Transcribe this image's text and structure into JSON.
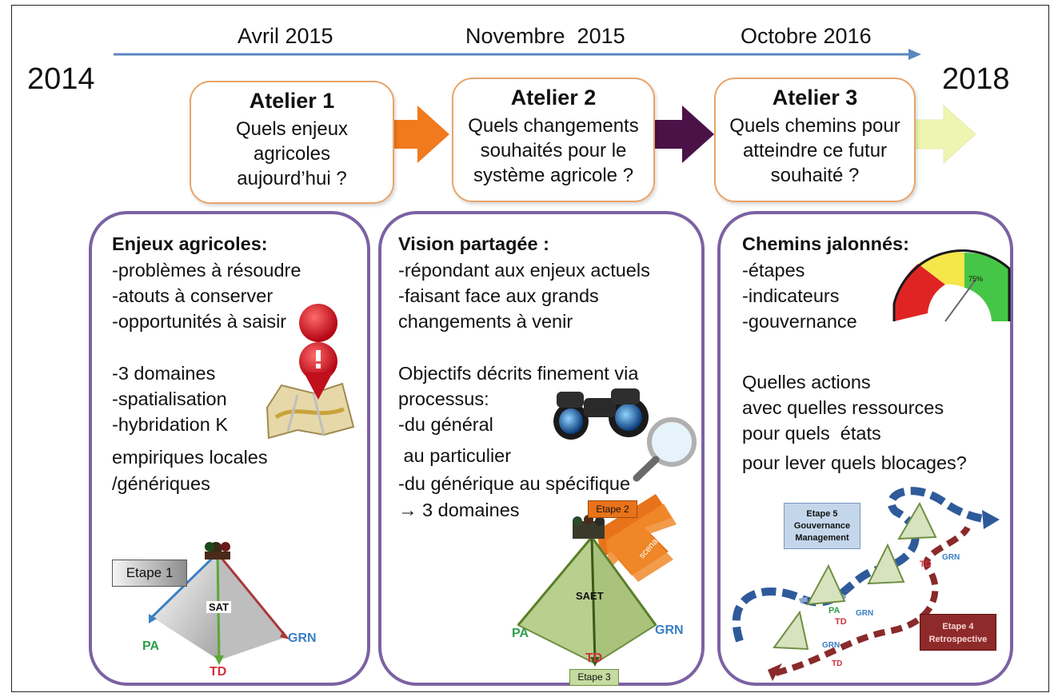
{
  "timeline": {
    "year_start": "2014",
    "year_end": "2018",
    "dates": [
      "Avril 2015",
      "Novembre  2015",
      "Octobre 2016"
    ],
    "arrow_color": "#5b86c0"
  },
  "ateliers": [
    {
      "title": "Atelier 1",
      "question": "Quels enjeux\nagricoles\naujourd’hui ?"
    },
    {
      "title": "Atelier 2",
      "question": "Quels changements\nsouhaités pour le\nsystème agricole ?"
    },
    {
      "title": "Atelier 3",
      "question": "Quels chemins pour\natteindre ce futur\nsouhaité ?"
    }
  ],
  "connector_colors": [
    "#f07a1d",
    "#4a1247",
    "#eef5b0"
  ],
  "panel1": {
    "heading": "Enjeux agricoles:",
    "items": [
      "-problèmes à résoudre",
      "-atouts à conserver",
      "-opportunités à saisir"
    ],
    "details": [
      "-3 domaines",
      "-spatialisation",
      "-hybridation K",
      "empiriques locales",
      "/génériques"
    ],
    "step_label": "Etape 1",
    "diagram": {
      "center": "SAT",
      "left": "PA",
      "bottom": "TD",
      "right": "GRN"
    }
  },
  "panel2": {
    "heading": "Vision partagée :",
    "items": [
      "-répondant aux enjeux actuels",
      "-faisant face aux grands",
      "changements à venir"
    ],
    "details": [
      "Objectifs décrits finement via",
      "processus:",
      "-du général",
      " au particulier",
      "-du générique au spécifique",
      "→ 3 domaines"
    ],
    "step_top": "Etape 2",
    "scenarios": "scenarios",
    "step_bottom": "Etape 3",
    "diagram": {
      "center": "SAET",
      "left": "PA",
      "bottom": "TD",
      "right": "GRN"
    }
  },
  "panel3": {
    "heading": "Chemins jalonnés:",
    "items": [
      "-étapes",
      "-indicateurs",
      "-gouvernance"
    ],
    "gauge_value": "75%",
    "details": [
      "Quelles actions",
      "avec quelles ressources",
      "pour quels  états",
      "pour lever quels blocages?"
    ],
    "step5": [
      "Etape 5",
      "Gouvernance",
      "Management"
    ],
    "step4": [
      "Etape 4",
      "Retrospective"
    ],
    "labels": {
      "pa": "PA",
      "td": "TD",
      "grn": "GRN"
    }
  },
  "colors": {
    "atelier_border": "#e9a46a",
    "panel_border": "#7b62a3",
    "pa": "#2e9e4a",
    "td": "#d0313c",
    "grn": "#3a7fc4"
  }
}
